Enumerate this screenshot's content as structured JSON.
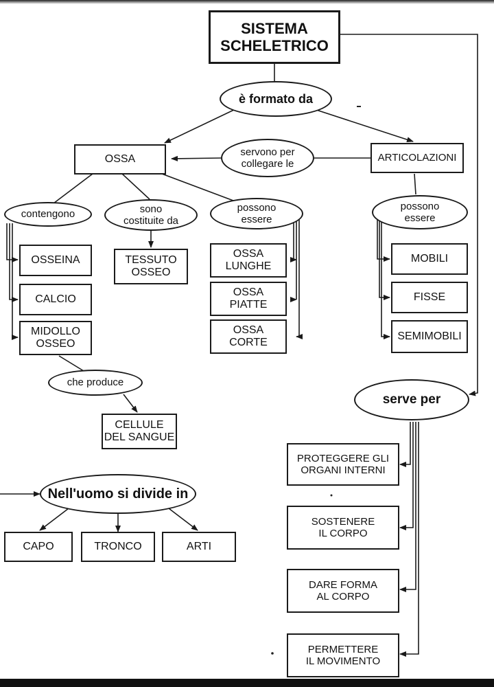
{
  "title": "SISTEMA\nSCHELETRICO",
  "nodes": {
    "e_formato_da": "è formato da",
    "ossa": "OSSA",
    "servono": "servono per\ncollegare le",
    "articolazioni": "ARTICOLAZIONI",
    "contengono": "contengono",
    "sono_costituite": "sono\ncostituite da",
    "possono_ossa": "possono\nessere",
    "possono_art": "possono\nessere",
    "osseina": "OSSEINA",
    "calcio": "CALCIO",
    "midollo": "MIDOLLO\nOSSEO",
    "tessuto": "TESSUTO\nOSSEO",
    "lunghe": "OSSA\nLUNGHE",
    "piatte": "OSSA\nPIATTE",
    "corte": "OSSA\nCORTE",
    "mobili": "MOBILI",
    "fisse": "FISSE",
    "semimobili": "SEMIMOBILI",
    "che_produce": "che produce",
    "cellule": "CELLULE\nDEL SANGUE",
    "serve_per": "serve per",
    "proteggere": "PROTEGGERE GLI\nORGANI INTERNI",
    "sostenere": "SOSTENERE\nIL CORPO",
    "dare_forma": "DARE FORMA\nAL CORPO",
    "permettere": "PERMETTERE\nIL MOVIMENTO",
    "uomo": "Nell'uomo si divide in",
    "capo": "CAPO",
    "tronco": "TRONCO",
    "arti": "ARTI"
  }
}
